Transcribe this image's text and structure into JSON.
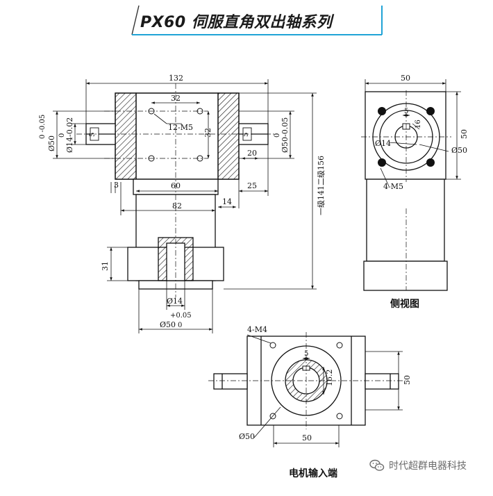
{
  "title": "PX60 伺服直角双出轴系列",
  "views": {
    "front": {
      "dims": {
        "overall_width": "132",
        "bolt_spacing_h": "32",
        "bolt_spacing_v": "32",
        "bolt_callout": "12-M5",
        "left_bore_tol": "0\n-0.05",
        "left_bore": "Ø50",
        "left_shaft": "Ø14-0.02",
        "left_shaft_top": "0",
        "key_width": "5",
        "right_bore": "Ø50-0.05",
        "right_bore_top": "0",
        "right_key": "5",
        "shaft_len": "20",
        "step": "3",
        "inner_width": "60",
        "ext_len": "25",
        "flange_depth": "14",
        "body_width": "82",
        "overall_height": "一级141二级156",
        "input_depth": "31",
        "input_bore": "Ø14",
        "input_tol": "+0.05",
        "input_tol2": "0",
        "input_pilot": "Ø50"
      }
    },
    "side": {
      "caption": "侧视图",
      "dims": {
        "width": "50",
        "height": "50",
        "key": "5",
        "key_depth": "16",
        "shaft": "Ø14",
        "pilot": "Ø50",
        "thread": "4-M5"
      }
    },
    "input": {
      "caption": "电机输入端",
      "dims": {
        "thread": "4-M4",
        "key": "5",
        "bore_depth": "16.2",
        "height": "50",
        "pilot": "Ø50",
        "width": "50"
      }
    }
  },
  "watermark": "时代超群电器科技",
  "colors": {
    "title_rule": "#1fa3d6",
    "line": "#111111",
    "watermark": "#6b6b6b"
  }
}
